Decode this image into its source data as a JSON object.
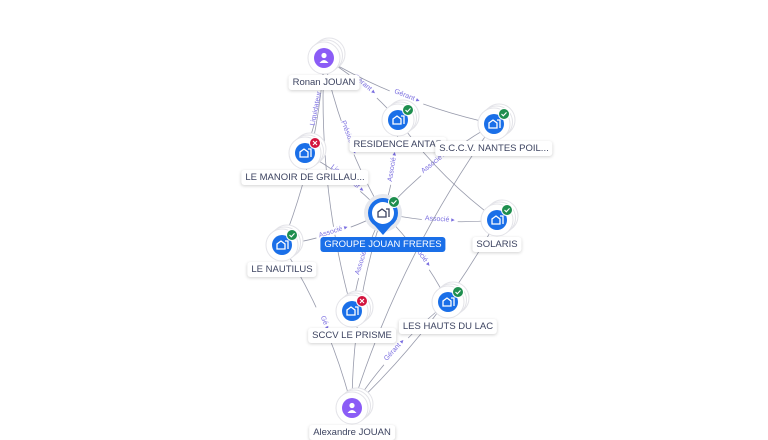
{
  "nodes": [
    {
      "id": "ronan",
      "label": "Ronan JOUAN",
      "type": "person"
    },
    {
      "id": "residence",
      "label": "RESIDENCE ANTAR",
      "type": "company",
      "status": "active"
    },
    {
      "id": "nantes",
      "label": "S.C.C.V. NANTES POIL...",
      "type": "company",
      "status": "active"
    },
    {
      "id": "manoir",
      "label": "LE MANOIR DE GRILLAU...",
      "type": "company",
      "status": "closed"
    },
    {
      "id": "groupe",
      "label": "GROUPE JOUAN FRERES",
      "type": "company",
      "status": "active",
      "main": true
    },
    {
      "id": "nautilus",
      "label": "LE NAUTILUS",
      "type": "company",
      "status": "active"
    },
    {
      "id": "solaris",
      "label": "SOLARIS",
      "type": "company",
      "status": "active"
    },
    {
      "id": "hauts",
      "label": "LES HAUTS DU LAC",
      "type": "company",
      "status": "active"
    },
    {
      "id": "prisme",
      "label": "SCCV LE PRISME",
      "type": "company",
      "status": "closed"
    },
    {
      "id": "alexandre",
      "label": "Alexandre JOUAN",
      "type": "person"
    }
  ],
  "edges": [
    {
      "from": "ronan",
      "to": "residence",
      "label": "Gérant"
    },
    {
      "from": "ronan",
      "to": "nantes",
      "label": "Gérant"
    },
    {
      "from": "ronan",
      "to": "manoir",
      "label": "Liquidateur"
    },
    {
      "from": "ronan",
      "to": "groupe",
      "label": "Président"
    },
    {
      "from": "ronan",
      "to": "nautilus",
      "label": ""
    },
    {
      "from": "ronan",
      "to": "prisme",
      "label": ""
    },
    {
      "from": "manoir",
      "to": "groupe",
      "label": "Liquidateur"
    },
    {
      "from": "groupe",
      "to": "residence",
      "label": "Associé"
    },
    {
      "from": "groupe",
      "to": "nantes",
      "label": "Associé"
    },
    {
      "from": "groupe",
      "to": "solaris",
      "label": "Associé"
    },
    {
      "from": "groupe",
      "to": "nautilus",
      "label": "Associé"
    },
    {
      "from": "groupe",
      "to": "prisme",
      "label": "Associé"
    },
    {
      "from": "groupe",
      "to": "hauts",
      "label": "Associé"
    },
    {
      "from": "residence",
      "to": "solaris",
      "label": ""
    },
    {
      "from": "alexandre",
      "to": "groupe",
      "label": "Gérant"
    },
    {
      "from": "alexandre",
      "to": "nautilus",
      "label": "Gé"
    },
    {
      "from": "alexandre",
      "to": "hauts",
      "label": "Gérant"
    },
    {
      "from": "alexandre",
      "to": "solaris",
      "label": ""
    },
    {
      "from": "alexandre",
      "to": "nantes",
      "label": ""
    }
  ],
  "colors": {
    "company": "#1a6fe8",
    "person": "#8b5cf6",
    "active": "#1e8e4e",
    "closed": "#d3153f",
    "edge": "#7d8196",
    "edge_label": "#7b6fe0"
  }
}
